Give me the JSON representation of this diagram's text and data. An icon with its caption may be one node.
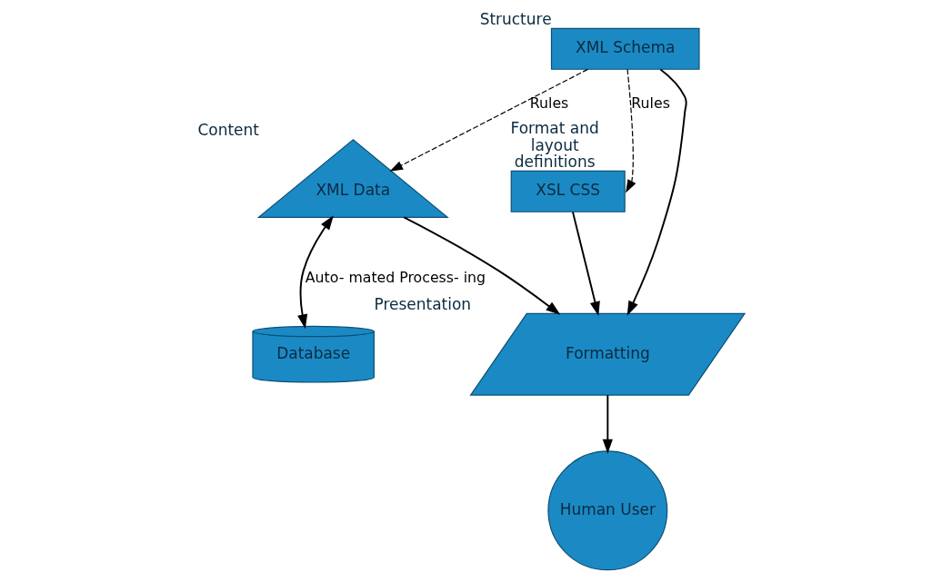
{
  "diagram": {
    "nodes": [
      {
        "text": [
          "XML Schema"
        ],
        "beside": [
          "Structure"
        ]
      },
      {
        "text": [
          "XML Data"
        ],
        "beside": [
          "Content"
        ]
      },
      {
        "text": [
          "XSL CSS"
        ],
        "beside": [
          "Format and layout definitions"
        ]
      },
      {
        "text": [
          "Formatting"
        ],
        "beside": [
          "Presentation"
        ]
      },
      {
        "text": [
          "Human User"
        ]
      },
      {
        "text": [
          "Database"
        ]
      }
    ],
    "edges": [
      {
        "from": 0,
        "to": 1,
        "arrow": "to",
        "label": "Rules",
        "style": "dashed"
      },
      {
        "from": 0,
        "to": 2,
        "arrow": "to",
        "label": "Rules",
        "style": "dashed"
      },
      {
        "from": 0,
        "to": 3,
        "arrow": "to"
      },
      {
        "from": 1,
        "to": 3,
        "arrow": "to"
      },
      {
        "from": 2,
        "to": 3,
        "arrow": "to"
      },
      {
        "from": 3,
        "to": 4,
        "arrow": "to"
      },
      {
        "from": 1,
        "to": 5,
        "arrow": "both",
        "label": "Auto- mated Process- ing"
      }
    ]
  }
}
